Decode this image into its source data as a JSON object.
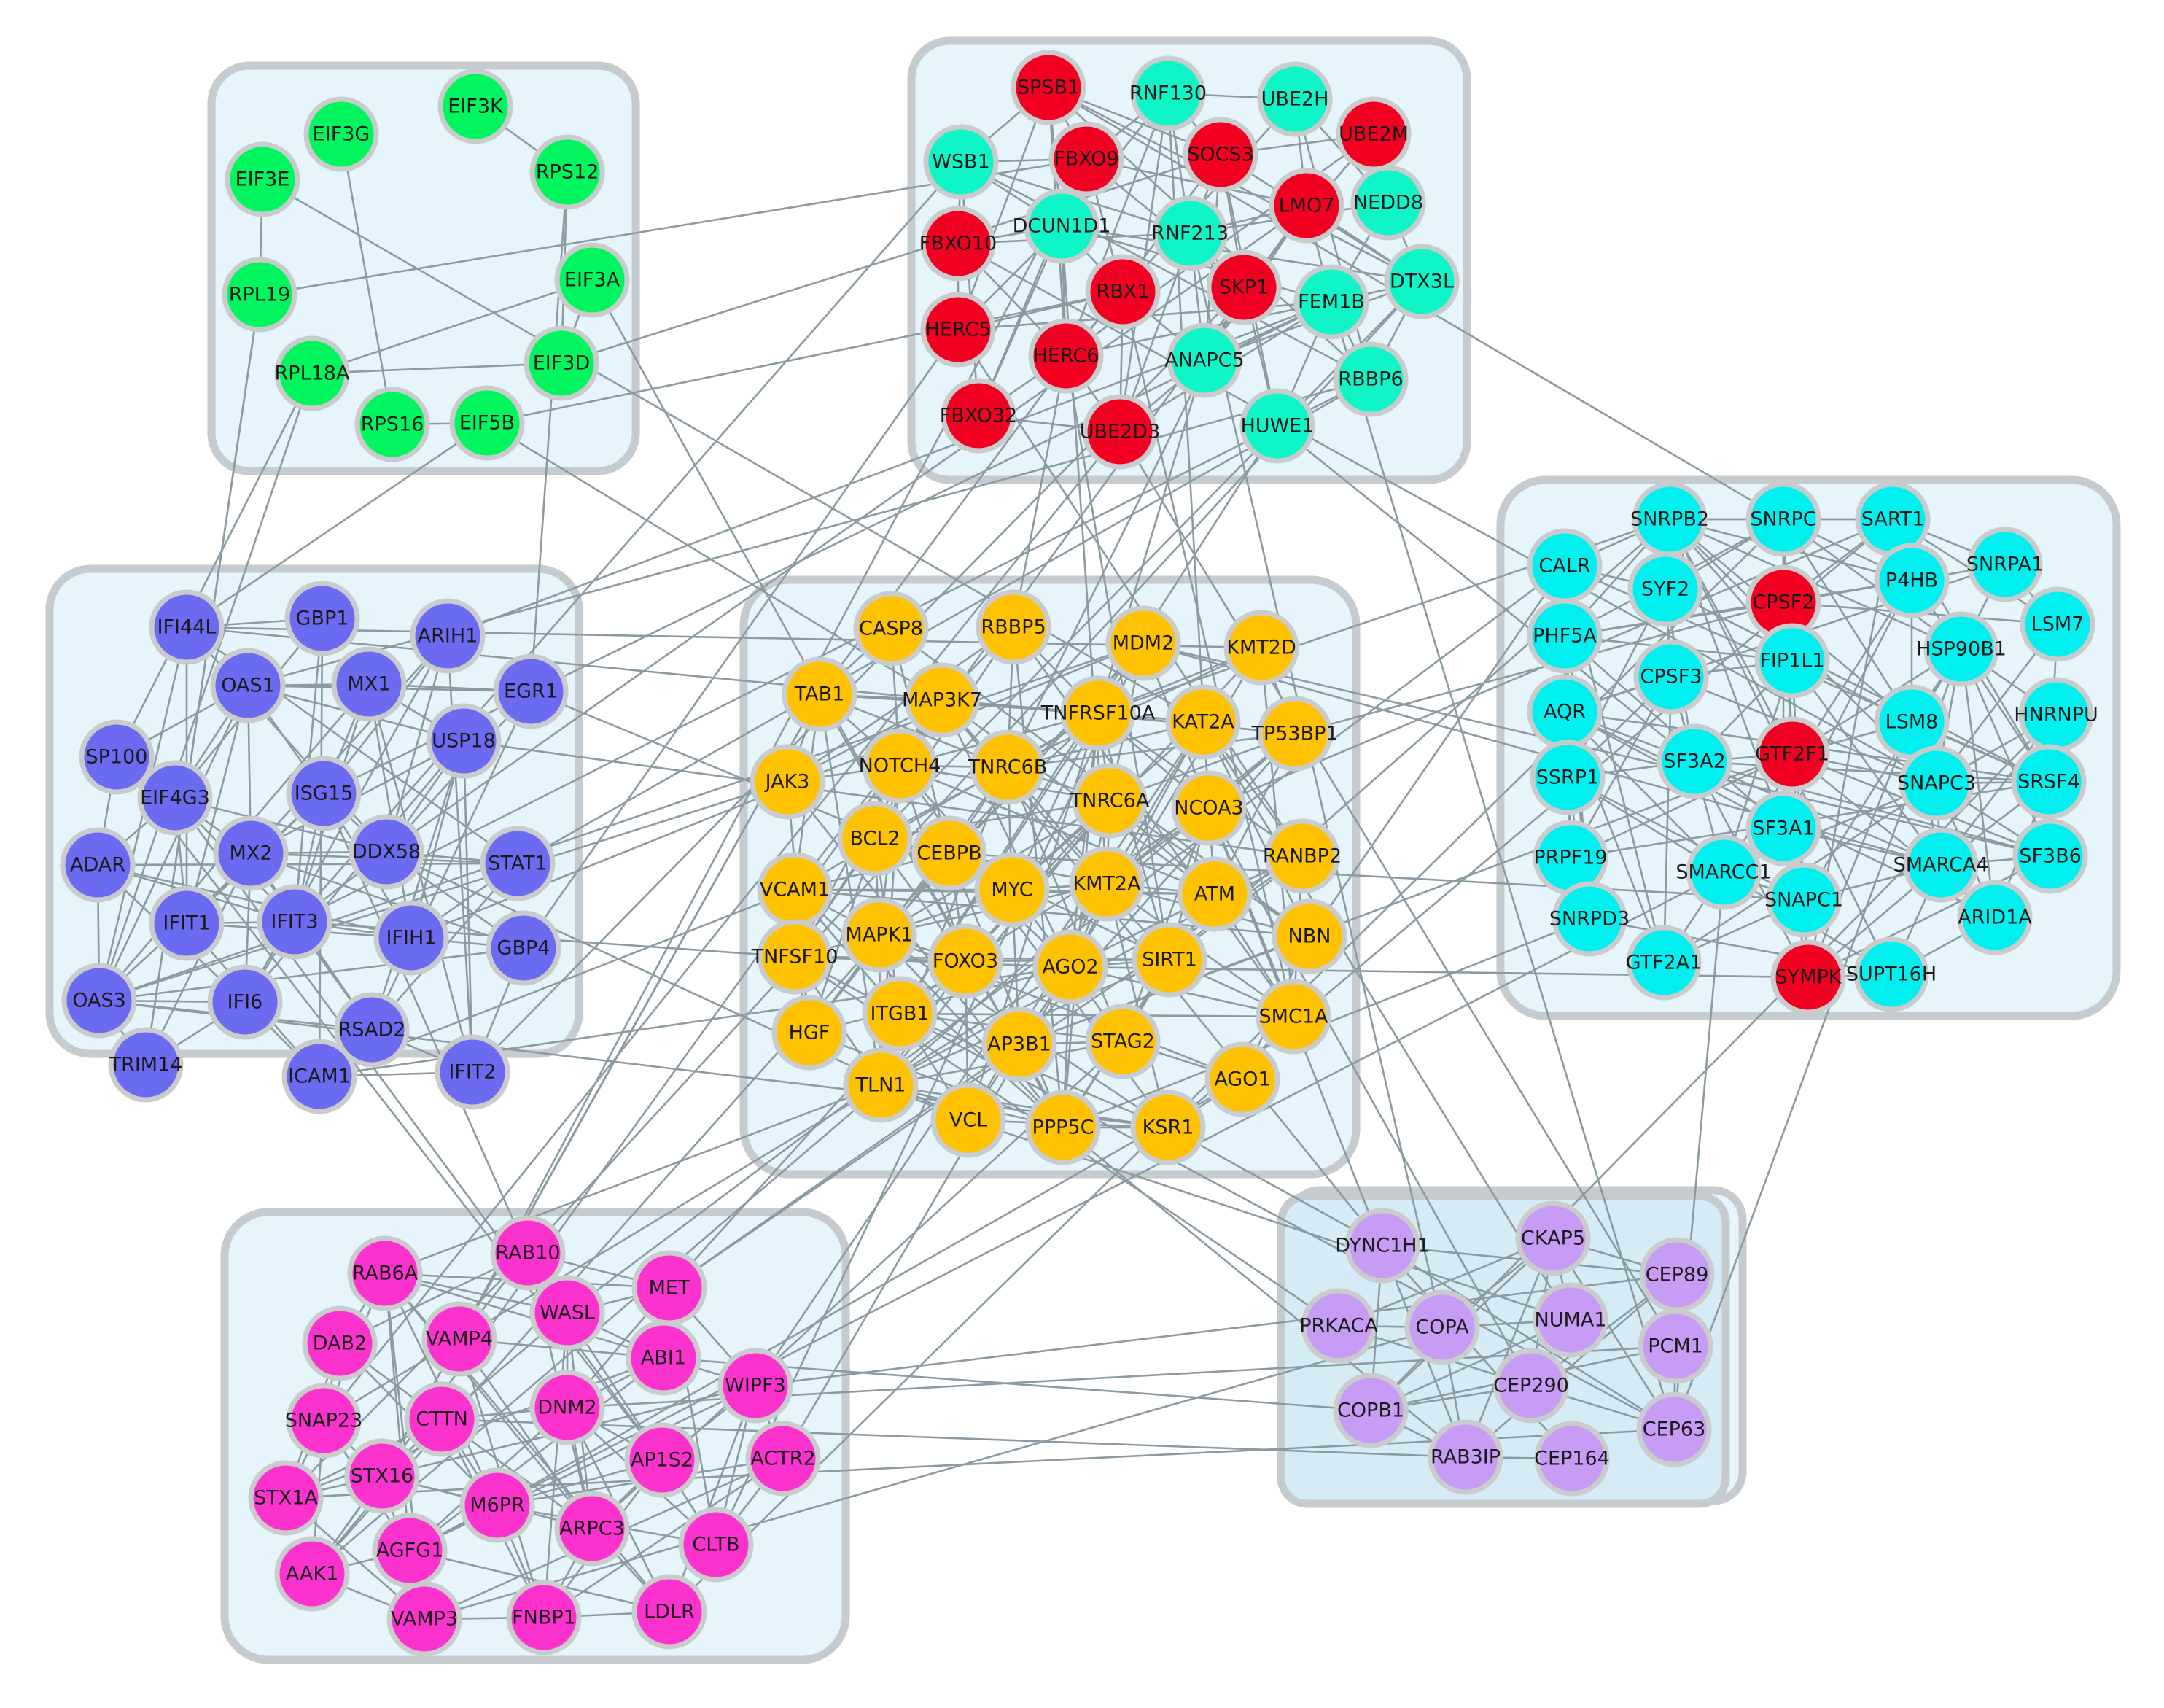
{
  "colors": {
    "green": "#00f55e",
    "red": "#f20022",
    "teal": "#0ff5c8",
    "blue": "#6b6bf2",
    "yellow": "#ffc200",
    "cyan": "#00f0f0",
    "magenta": "#fc32cf",
    "lavender": "#c79cf5",
    "edge": "#8c9aa2",
    "box_fill": "#e6f4fb",
    "box_stroke": "#c6cbcf"
  },
  "clusters": [
    {
      "id": "translation",
      "nodes": [
        {
          "label": "EIF3K",
          "color": "green"
        },
        {
          "label": "EIF3G",
          "color": "green"
        },
        {
          "label": "RPS12",
          "color": "green"
        },
        {
          "label": "EIF3E",
          "color": "green"
        },
        {
          "label": "EIF3A",
          "color": "green"
        },
        {
          "label": "RPL19",
          "color": "green"
        },
        {
          "label": "EIF3D",
          "color": "green"
        },
        {
          "label": "RPL18A",
          "color": "green"
        },
        {
          "label": "RPS16",
          "color": "green"
        },
        {
          "label": "EIF5B",
          "color": "green"
        }
      ]
    },
    {
      "id": "ubiquitin",
      "nodes": [
        {
          "label": "SPSB1",
          "color": "red"
        },
        {
          "label": "RNF130",
          "color": "teal"
        },
        {
          "label": "UBE2H",
          "color": "teal"
        },
        {
          "label": "WSB1",
          "color": "teal"
        },
        {
          "label": "FBXO9",
          "color": "red"
        },
        {
          "label": "SOCS3",
          "color": "red"
        },
        {
          "label": "UBE2M",
          "color": "red"
        },
        {
          "label": "NEDD8",
          "color": "teal"
        },
        {
          "label": "FBXO10",
          "color": "red"
        },
        {
          "label": "DCUN1D1",
          "color": "teal"
        },
        {
          "label": "RNF213",
          "color": "teal"
        },
        {
          "label": "LMO7",
          "color": "red"
        },
        {
          "label": "RBX1",
          "color": "red"
        },
        {
          "label": "SKP1",
          "color": "red"
        },
        {
          "label": "FEM1B",
          "color": "teal"
        },
        {
          "label": "DTX3L",
          "color": "teal"
        },
        {
          "label": "HERC5",
          "color": "red"
        },
        {
          "label": "HERC6",
          "color": "red"
        },
        {
          "label": "ANAPC5",
          "color": "teal"
        },
        {
          "label": "RBBP6",
          "color": "teal"
        },
        {
          "label": "FBXO32",
          "color": "red"
        },
        {
          "label": "UBE2D3",
          "color": "red"
        },
        {
          "label": "HUWE1",
          "color": "teal"
        }
      ]
    },
    {
      "id": "interferon",
      "nodes": [
        {
          "label": "IFI44L",
          "color": "blue"
        },
        {
          "label": "GBP1",
          "color": "blue"
        },
        {
          "label": "ARIH1",
          "color": "blue"
        },
        {
          "label": "OAS1",
          "color": "blue"
        },
        {
          "label": "MX1",
          "color": "blue"
        },
        {
          "label": "EGR1",
          "color": "blue"
        },
        {
          "label": "SP100",
          "color": "blue"
        },
        {
          "label": "USP18",
          "color": "blue"
        },
        {
          "label": "EIF4G3",
          "color": "blue"
        },
        {
          "label": "ISG15",
          "color": "blue"
        },
        {
          "label": "ADAR",
          "color": "blue"
        },
        {
          "label": "MX2",
          "color": "blue"
        },
        {
          "label": "DDX58",
          "color": "blue"
        },
        {
          "label": "STAT1",
          "color": "blue"
        },
        {
          "label": "IFIT1",
          "color": "blue"
        },
        {
          "label": "IFIT3",
          "color": "blue"
        },
        {
          "label": "IFIH1",
          "color": "blue"
        },
        {
          "label": "GBP4",
          "color": "blue"
        },
        {
          "label": "OAS3",
          "color": "blue"
        },
        {
          "label": "IFI6",
          "color": "blue"
        },
        {
          "label": "RSAD2",
          "color": "blue"
        },
        {
          "label": "TRIM14",
          "color": "blue"
        },
        {
          "label": "ICAM1",
          "color": "blue"
        },
        {
          "label": "IFIT2",
          "color": "blue"
        }
      ]
    },
    {
      "id": "signaling",
      "nodes": [
        {
          "label": "CASP8",
          "color": "yellow"
        },
        {
          "label": "RBBP5",
          "color": "yellow"
        },
        {
          "label": "MDM2",
          "color": "yellow"
        },
        {
          "label": "KMT2D",
          "color": "yellow"
        },
        {
          "label": "TAB1",
          "color": "yellow"
        },
        {
          "label": "MAP3K7",
          "color": "yellow"
        },
        {
          "label": "TNFRSF10A",
          "color": "yellow"
        },
        {
          "label": "KAT2A",
          "color": "yellow"
        },
        {
          "label": "TP53BP1",
          "color": "yellow"
        },
        {
          "label": "NOTCH4",
          "color": "yellow"
        },
        {
          "label": "TNRC6B",
          "color": "yellow"
        },
        {
          "label": "JAK3",
          "color": "yellow"
        },
        {
          "label": "TNRC6A",
          "color": "yellow"
        },
        {
          "label": "NCOA3",
          "color": "yellow"
        },
        {
          "label": "BCL2",
          "color": "yellow"
        },
        {
          "label": "CEBPB",
          "color": "yellow"
        },
        {
          "label": "RANBP2",
          "color": "yellow"
        },
        {
          "label": "VCAM1",
          "color": "yellow"
        },
        {
          "label": "MYC",
          "color": "yellow"
        },
        {
          "label": "KMT2A",
          "color": "yellow"
        },
        {
          "label": "ATM",
          "color": "yellow"
        },
        {
          "label": "MAPK1",
          "color": "yellow"
        },
        {
          "label": "NBN",
          "color": "yellow"
        },
        {
          "label": "TNFSF10",
          "color": "yellow"
        },
        {
          "label": "FOXO3",
          "color": "yellow"
        },
        {
          "label": "AGO2",
          "color": "yellow"
        },
        {
          "label": "SIRT1",
          "color": "yellow"
        },
        {
          "label": "ITGB1",
          "color": "yellow"
        },
        {
          "label": "SMC1A",
          "color": "yellow"
        },
        {
          "label": "HGF",
          "color": "yellow"
        },
        {
          "label": "AP3B1",
          "color": "yellow"
        },
        {
          "label": "STAG2",
          "color": "yellow"
        },
        {
          "label": "AGO1",
          "color": "yellow"
        },
        {
          "label": "TLN1",
          "color": "yellow"
        },
        {
          "label": "VCL",
          "color": "yellow"
        },
        {
          "label": "PPP5C",
          "color": "yellow"
        },
        {
          "label": "KSR1",
          "color": "yellow"
        }
      ]
    },
    {
      "id": "splicing",
      "nodes": [
        {
          "label": "SNRPB2",
          "color": "cyan"
        },
        {
          "label": "SNRPC",
          "color": "cyan"
        },
        {
          "label": "SART1",
          "color": "cyan"
        },
        {
          "label": "CALR",
          "color": "cyan"
        },
        {
          "label": "SYF2",
          "color": "cyan"
        },
        {
          "label": "CPSF2",
          "color": "red"
        },
        {
          "label": "P4HB",
          "color": "cyan"
        },
        {
          "label": "SNRPA1",
          "color": "cyan"
        },
        {
          "label": "LSM7",
          "color": "cyan"
        },
        {
          "label": "PHF5A",
          "color": "cyan"
        },
        {
          "label": "CPSF3",
          "color": "cyan"
        },
        {
          "label": "FIP1L1",
          "color": "cyan"
        },
        {
          "label": "HSP90B1",
          "color": "cyan"
        },
        {
          "label": "AQR",
          "color": "cyan"
        },
        {
          "label": "LSM8",
          "color": "cyan"
        },
        {
          "label": "HNRNPU",
          "color": "cyan"
        },
        {
          "label": "SF3A2",
          "color": "cyan"
        },
        {
          "label": "GTF2F1",
          "color": "red"
        },
        {
          "label": "SSRP1",
          "color": "cyan"
        },
        {
          "label": "SNAPC3",
          "color": "cyan"
        },
        {
          "label": "SRSF4",
          "color": "cyan"
        },
        {
          "label": "PRPF19",
          "color": "cyan"
        },
        {
          "label": "SF3A1",
          "color": "cyan"
        },
        {
          "label": "SF3B6",
          "color": "cyan"
        },
        {
          "label": "SMARCC1",
          "color": "cyan"
        },
        {
          "label": "SMARCA4",
          "color": "cyan"
        },
        {
          "label": "SNAPC1",
          "color": "cyan"
        },
        {
          "label": "SNRPD3",
          "color": "cyan"
        },
        {
          "label": "ARID1A",
          "color": "cyan"
        },
        {
          "label": "GTF2A1",
          "color": "cyan"
        },
        {
          "label": "SYMPK",
          "color": "red"
        },
        {
          "label": "SUPT16H",
          "color": "cyan"
        }
      ]
    },
    {
      "id": "trafficking",
      "nodes": [
        {
          "label": "RAB10",
          "color": "magenta"
        },
        {
          "label": "RAB6A",
          "color": "magenta"
        },
        {
          "label": "MET",
          "color": "magenta"
        },
        {
          "label": "WASL",
          "color": "magenta"
        },
        {
          "label": "DAB2",
          "color": "magenta"
        },
        {
          "label": "VAMP4",
          "color": "magenta"
        },
        {
          "label": "ABI1",
          "color": "magenta"
        },
        {
          "label": "WIPF3",
          "color": "magenta"
        },
        {
          "label": "SNAP23",
          "color": "magenta"
        },
        {
          "label": "CTTN",
          "color": "magenta"
        },
        {
          "label": "DNM2",
          "color": "magenta"
        },
        {
          "label": "AP1S2",
          "color": "magenta"
        },
        {
          "label": "ACTR2",
          "color": "magenta"
        },
        {
          "label": "STX16",
          "color": "magenta"
        },
        {
          "label": "STX1A",
          "color": "magenta"
        },
        {
          "label": "M6PR",
          "color": "magenta"
        },
        {
          "label": "ARPC3",
          "color": "magenta"
        },
        {
          "label": "CLTB",
          "color": "magenta"
        },
        {
          "label": "AGFG1",
          "color": "magenta"
        },
        {
          "label": "AAK1",
          "color": "magenta"
        },
        {
          "label": "VAMP3",
          "color": "magenta"
        },
        {
          "label": "FNBP1",
          "color": "magenta"
        },
        {
          "label": "LDLR",
          "color": "magenta"
        }
      ]
    },
    {
      "id": "centrosome",
      "nodes": [
        {
          "label": "DYNC1H1",
          "color": "lavender"
        },
        {
          "label": "CKAP5",
          "color": "lavender"
        },
        {
          "label": "CEP89",
          "color": "lavender"
        },
        {
          "label": "PRKACA",
          "color": "lavender"
        },
        {
          "label": "COPA",
          "color": "lavender"
        },
        {
          "label": "NUMA1",
          "color": "lavender"
        },
        {
          "label": "PCM1",
          "color": "lavender"
        },
        {
          "label": "COPB1",
          "color": "lavender"
        },
        {
          "label": "CEP290",
          "color": "lavender"
        },
        {
          "label": "CEP63",
          "color": "lavender"
        },
        {
          "label": "RAB3IP",
          "color": "lavender"
        },
        {
          "label": "CEP164",
          "color": "lavender"
        }
      ]
    }
  ]
}
